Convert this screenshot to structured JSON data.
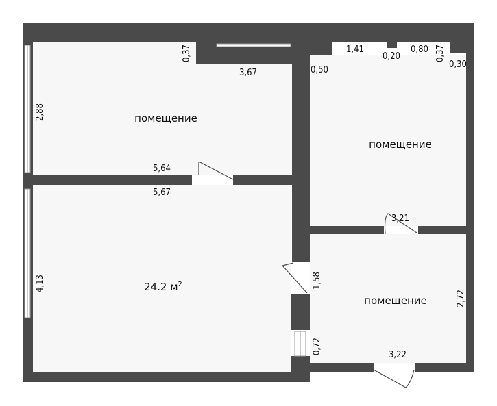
{
  "rooms": [
    {
      "id": "room-top-left",
      "label": "помещение"
    },
    {
      "id": "room-top-right",
      "label": "помещение"
    },
    {
      "id": "room-bottom-right",
      "label": "помещение"
    },
    {
      "id": "room-main",
      "label": "24.2 м",
      "sup": "2"
    }
  ],
  "dimensions": {
    "top_left_left": "0,37",
    "top_left_width": "3,67",
    "top_left_height": "2,88",
    "top_left_bottom": "5,64",
    "main_top": "5,67",
    "main_height": "4,13",
    "corridor_door": "1,58",
    "corridor_bottom": "0,72",
    "right_top_a": "0,50",
    "right_top_b": "1,41",
    "right_top_c": "0,20",
    "right_top_d": "0,80",
    "right_top_e": "0,37",
    "right_top_f": "0,30",
    "right_room_bottom": "3,21",
    "bottom_right_height": "2,72",
    "bottom_right_width": "3,22"
  },
  "colors": {
    "wall": "#4a4a4a",
    "room_fill": "#f7f7f7",
    "text": "#111111"
  }
}
